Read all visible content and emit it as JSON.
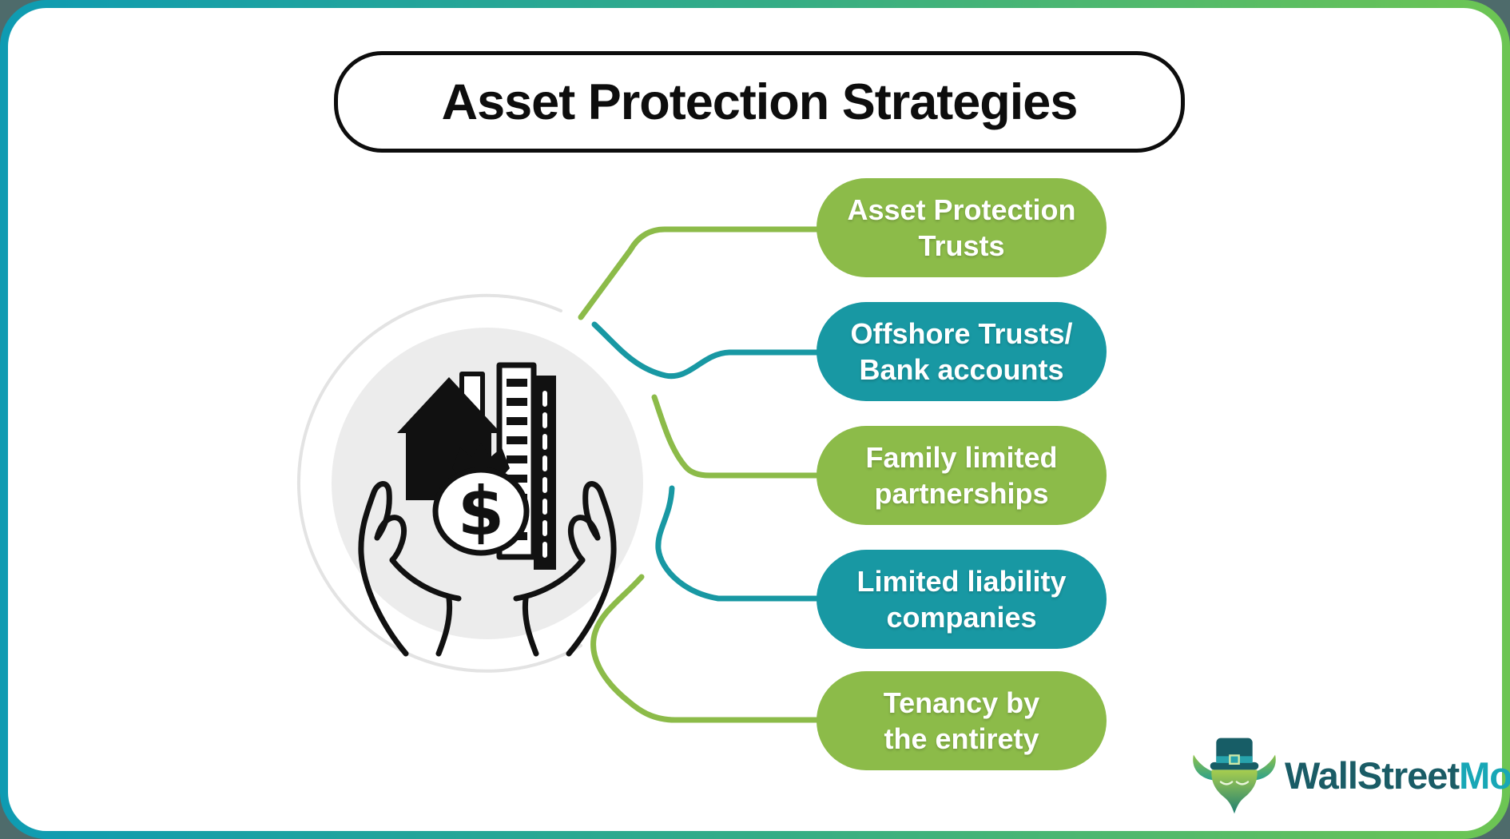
{
  "title": "Asset Protection Strategies",
  "strategies": [
    {
      "line1": "Asset Protection",
      "line2": "Trusts",
      "color": "#8CBB49"
    },
    {
      "line1": "Offshore Trusts/",
      "line2": "Bank accounts",
      "color": "#1898A3"
    },
    {
      "line1": "Family limited",
      "line2": "partnerships",
      "color": "#8CBB49"
    },
    {
      "line1": "Limited liability",
      "line2": "companies",
      "color": "#1898A3"
    },
    {
      "line1": "Tenancy by",
      "line2": "the entirety",
      "color": "#8CBB49"
    }
  ],
  "center_icon": {
    "name": "hands-holding-house-buildings-moneybag",
    "dollar_sign": "$"
  },
  "logo": {
    "text_primary": "WallStreet",
    "text_accent": "Mojo"
  },
  "colors": {
    "green": "#8CBB49",
    "teal": "#1898A3",
    "border_gradient_left": "#0E9BB2",
    "border_gradient_right": "#6DC553",
    "outer_background": "#4E6B6B",
    "title_text": "#0D0D0D",
    "circle_fill": "#ECECEC",
    "arc_gray": "#E3E3E3",
    "icon_ink": "#111111",
    "logo_primary": "#1A5C66",
    "logo_accent": "#18A7B6"
  }
}
